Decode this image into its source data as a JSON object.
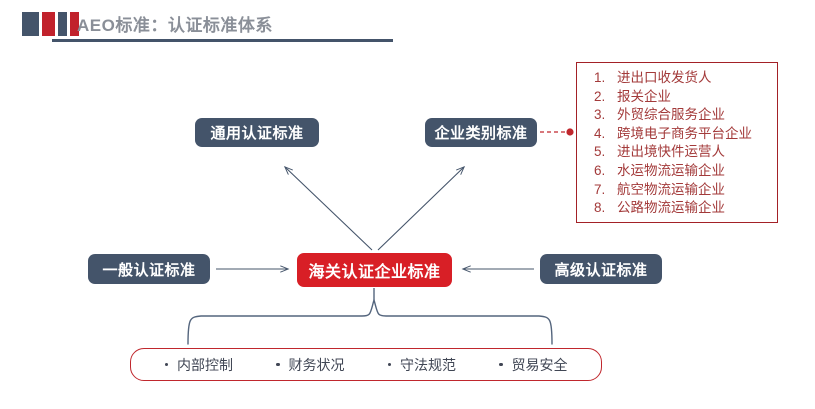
{
  "slide": {
    "title": "AEO标准：认证标准体系",
    "accent_navy": "#44546a",
    "accent_red": "#c1222c",
    "center_red": "#d81f26",
    "list_text_color": "#a33a3a"
  },
  "nodes": {
    "general_standard": "通用认证标准",
    "category_standard": "企业类别标准",
    "basic_certification": "一般认证标准",
    "center": "海关认证企业标准",
    "advanced_certification": "高级认证标准"
  },
  "enterprise_types": [
    "进出口收发货人",
    "报关企业",
    "外贸综合服务企业",
    "跨境电子商务平台企业",
    "进出境快件运营人",
    "水运物流运输企业",
    "航空物流运输企业",
    "公路物流运输企业"
  ],
  "pillars": [
    "内部控制",
    "财务状况",
    "守法规范",
    "贸易安全"
  ]
}
